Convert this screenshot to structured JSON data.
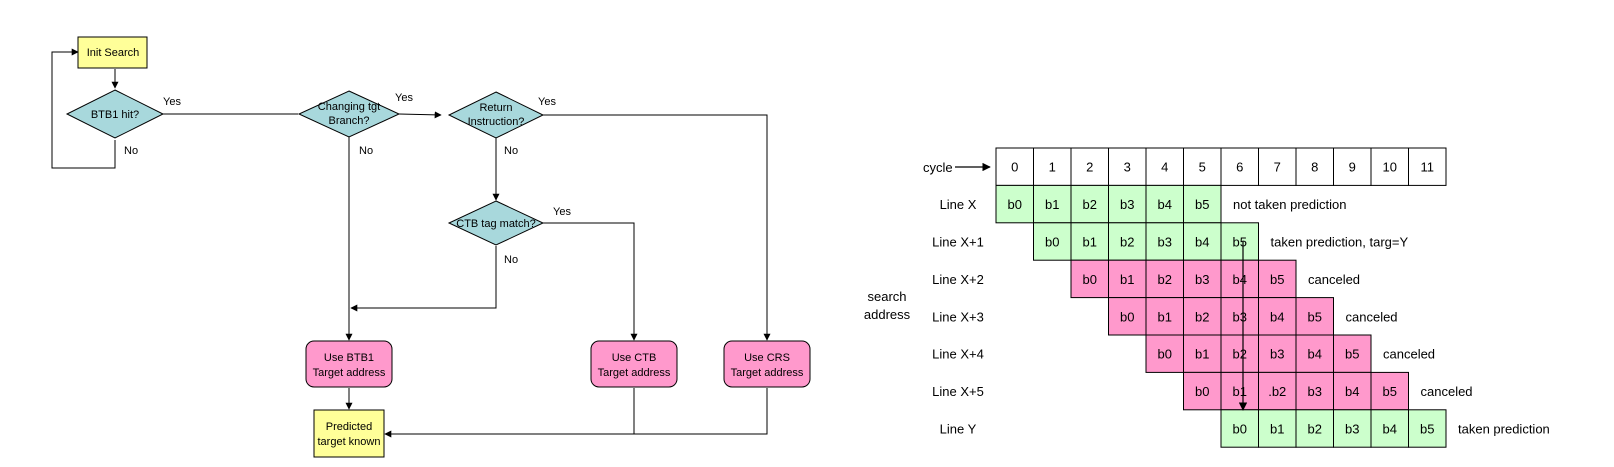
{
  "flowchart": {
    "nodes": {
      "init": [
        "Init Search"
      ],
      "btb1_hit": [
        "BTB1 hit?"
      ],
      "changing_tgt": [
        "Changing tgt",
        "Branch?"
      ],
      "return_instr": [
        "Return",
        "Instruction?"
      ],
      "ctb_match": [
        "CTB tag match?"
      ],
      "use_btb1": [
        "Use BTB1",
        "Target address"
      ],
      "use_ctb": [
        "Use CTB",
        "Target address"
      ],
      "use_crs": [
        "Use CRS",
        "Target address"
      ],
      "predicted": [
        "Predicted",
        "target known"
      ]
    },
    "edge_labels": {
      "yes": "Yes",
      "no": "No"
    },
    "colors": {
      "start_fill": "#ffff99",
      "decision_fill": "#a8d8dc",
      "action_fill": "#ff99cc",
      "line": "#000000"
    }
  },
  "timeline": {
    "cycle_label": "cycle",
    "cycles": [
      "0",
      "1",
      "2",
      "3",
      "4",
      "5",
      "6",
      "7",
      "8",
      "9",
      "10",
      "11"
    ],
    "side_label": [
      "search",
      "address"
    ],
    "colors": {
      "predicted_fill": "#ccffcc",
      "canceled_fill": "#ff99cc",
      "border": "#000000"
    },
    "rows": [
      {
        "label": "Line X",
        "start": 0,
        "cells": [
          "b0",
          "b1",
          "b2",
          "b3",
          "b4",
          "b5"
        ],
        "status": "predicted",
        "note": "not taken prediction"
      },
      {
        "label": "Line X+1",
        "start": 1,
        "cells": [
          "b0",
          "b1",
          "b2",
          "b3",
          "b4",
          "b5"
        ],
        "status": "predicted",
        "note": "taken prediction, targ=Y"
      },
      {
        "label": "Line X+2",
        "start": 2,
        "cells": [
          "b0",
          "b1",
          "b2",
          "b3",
          "b4",
          "b5"
        ],
        "status": "canceled",
        "note": "canceled"
      },
      {
        "label": "Line X+3",
        "start": 3,
        "cells": [
          "b0",
          "b1",
          "b2",
          "b3",
          "b4",
          "b5"
        ],
        "status": "canceled",
        "note": "canceled"
      },
      {
        "label": "Line X+4",
        "start": 4,
        "cells": [
          "b0",
          "b1",
          "b2",
          "b3",
          "b4",
          "b5"
        ],
        "status": "canceled",
        "note": "canceled"
      },
      {
        "label": "Line X+5",
        "start": 5,
        "cells": [
          "b0",
          "b1",
          ".b2",
          "b3",
          "b4",
          "b5"
        ],
        "status": "canceled",
        "note": "canceled"
      },
      {
        "label": "Line Y",
        "start": 6,
        "cells": [
          "b0",
          "b1",
          "b2",
          "b3",
          "b4",
          "b5"
        ],
        "status": "predicted",
        "note": "taken prediction"
      }
    ]
  }
}
